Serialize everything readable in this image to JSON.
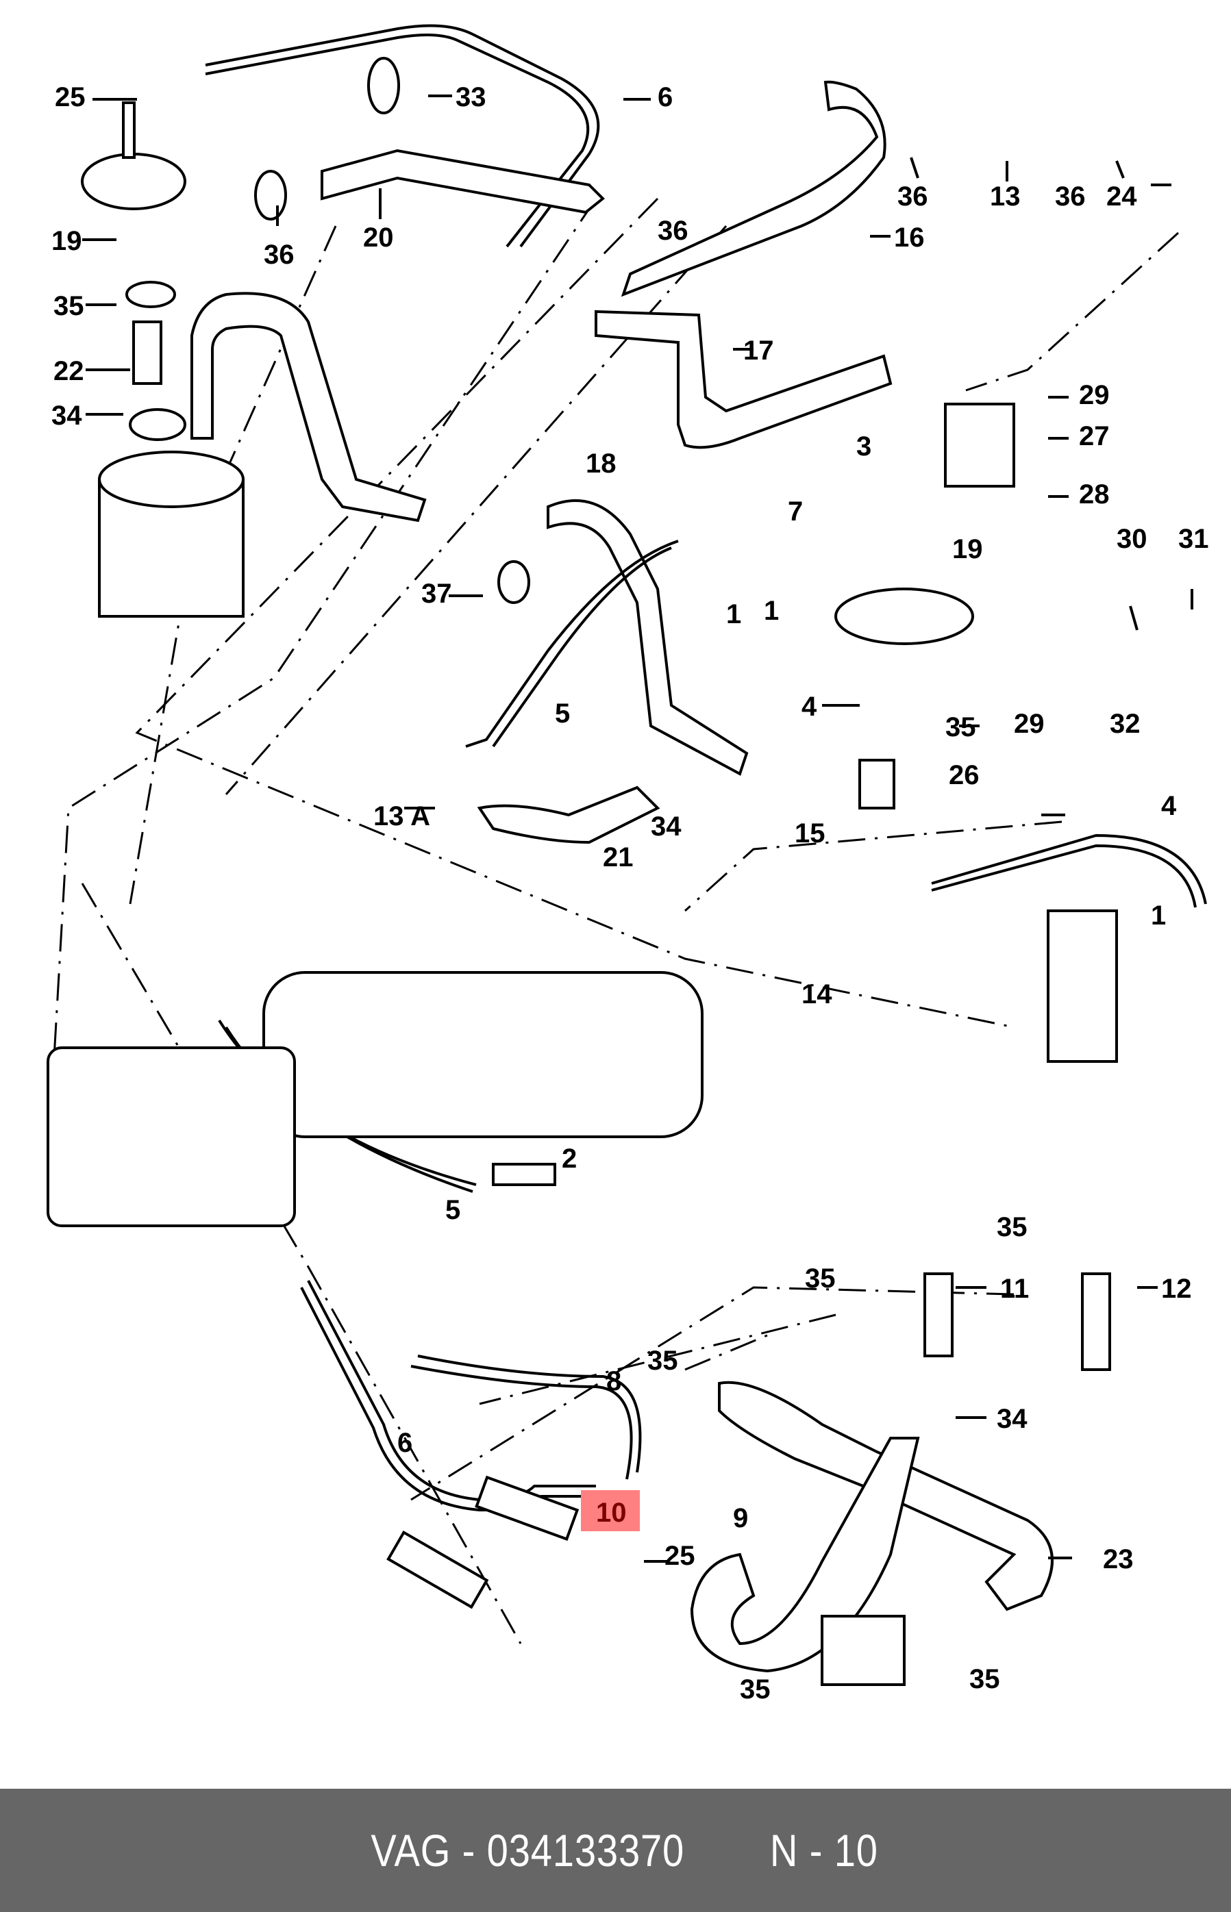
{
  "diagram": {
    "title": "Vacuum hose / fuel vapor system exploded parts diagram",
    "highlight_color": "#ff8080",
    "highlighted_callout": "10",
    "callouts": [
      {
        "id": "c25a",
        "text": "25"
      },
      {
        "id": "c33",
        "text": "33"
      },
      {
        "id": "c6a",
        "text": "6"
      },
      {
        "id": "c19a",
        "text": "19"
      },
      {
        "id": "c36a",
        "text": "36"
      },
      {
        "id": "c20",
        "text": "20"
      },
      {
        "id": "c35a",
        "text": "35"
      },
      {
        "id": "c22",
        "text": "22"
      },
      {
        "id": "c34a",
        "text": "34"
      },
      {
        "id": "c36b",
        "text": "36"
      },
      {
        "id": "c13",
        "text": "13"
      },
      {
        "id": "c36c",
        "text": "36"
      },
      {
        "id": "c24",
        "text": "24"
      },
      {
        "id": "c36d",
        "text": "36"
      },
      {
        "id": "c16",
        "text": "16"
      },
      {
        "id": "c17",
        "text": "17"
      },
      {
        "id": "c29a",
        "text": "29"
      },
      {
        "id": "c27",
        "text": "27"
      },
      {
        "id": "c3",
        "text": "3"
      },
      {
        "id": "c18",
        "text": "18"
      },
      {
        "id": "c28",
        "text": "28"
      },
      {
        "id": "c7",
        "text": "7"
      },
      {
        "id": "c19b",
        "text": "19"
      },
      {
        "id": "c30",
        "text": "30"
      },
      {
        "id": "c31",
        "text": "31"
      },
      {
        "id": "c37",
        "text": "37"
      },
      {
        "id": "c1a",
        "text": "1"
      },
      {
        "id": "c1b",
        "text": "1"
      },
      {
        "id": "c5a",
        "text": "5"
      },
      {
        "id": "c4a",
        "text": "4"
      },
      {
        "id": "c35b",
        "text": "35"
      },
      {
        "id": "c29b",
        "text": "29"
      },
      {
        "id": "c32",
        "text": "32"
      },
      {
        "id": "c26",
        "text": "26"
      },
      {
        "id": "c13a",
        "text": "13 A"
      },
      {
        "id": "c21",
        "text": "21"
      },
      {
        "id": "c34b",
        "text": "34"
      },
      {
        "id": "c15",
        "text": "15"
      },
      {
        "id": "c4b",
        "text": "4"
      },
      {
        "id": "c1c",
        "text": "1"
      },
      {
        "id": "c14",
        "text": "14"
      },
      {
        "id": "c2",
        "text": "2"
      },
      {
        "id": "c5b",
        "text": "5"
      },
      {
        "id": "c35c",
        "text": "35"
      },
      {
        "id": "c35d",
        "text": "35"
      },
      {
        "id": "c11",
        "text": "11"
      },
      {
        "id": "c12",
        "text": "12"
      },
      {
        "id": "c8",
        "text": "8"
      },
      {
        "id": "c35e",
        "text": "35"
      },
      {
        "id": "c34c",
        "text": "34"
      },
      {
        "id": "c6b",
        "text": "6"
      },
      {
        "id": "c10",
        "text": "10"
      },
      {
        "id": "c25b",
        "text": "25"
      },
      {
        "id": "c9",
        "text": "9"
      },
      {
        "id": "c23",
        "text": "23"
      },
      {
        "id": "c35f",
        "text": "35"
      },
      {
        "id": "c35g",
        "text": "35"
      }
    ]
  },
  "footer": {
    "brand_part": "VAG - 034133370",
    "callout_ref": "N - 10",
    "background": "#666666"
  }
}
